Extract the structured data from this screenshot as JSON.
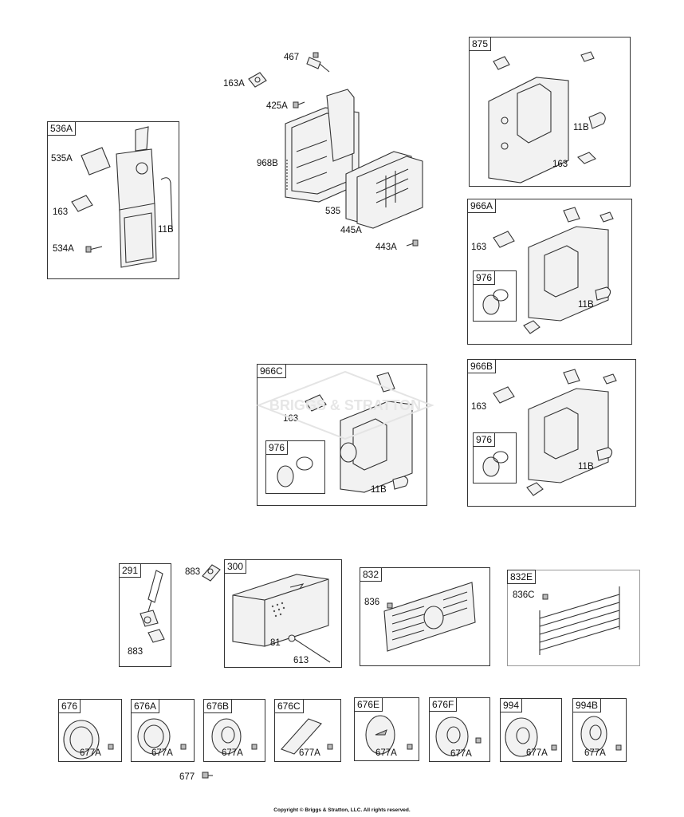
{
  "boxes": {
    "b875": "875",
    "b536A": "536A",
    "b966A": "966A",
    "b976a": "976",
    "b966C": "966C",
    "b976c": "976",
    "b966B": "966B",
    "b976b": "976",
    "b291": "291",
    "b300": "300",
    "b832": "832",
    "b832E": "832E",
    "b676": "676",
    "b676A": "676A",
    "b676B": "676B",
    "b676C": "676C",
    "b676E": "676E",
    "b676F": "676F",
    "b994": "994",
    "b994B": "994B"
  },
  "labels": {
    "l467": "467",
    "l163A": "163A",
    "l425A": "425A",
    "l968B": "968B",
    "l535": "535",
    "l445A": "445A",
    "l443A": "443A",
    "l535A": "535A",
    "l163_536": "163",
    "l534A": "534A",
    "l11B_536": "11B",
    "l11B_875": "11B",
    "l163_875": "163",
    "l163_966A": "163",
    "l11B_966A": "11B",
    "l163_966C": "163",
    "l11B_966C": "11B",
    "l163_966B": "163",
    "l11B_966B": "11B",
    "l883_out": "883",
    "l883_in": "883",
    "l81": "81",
    "l613": "613",
    "l836": "836",
    "l836C": "836C",
    "l677A_676": "677A",
    "l677A_676A": "677A",
    "l677A_676B": "677A",
    "l677A_676C": "677A",
    "l677A_676E": "677A",
    "l677A_676F": "677A",
    "l677A_994": "677A",
    "l677A_994B": "677A",
    "l677": "677"
  },
  "watermark": "BRIGGS & STRATTON",
  "copyright": "Copyright © Briggs & Stratton, LLC. All rights reserved."
}
